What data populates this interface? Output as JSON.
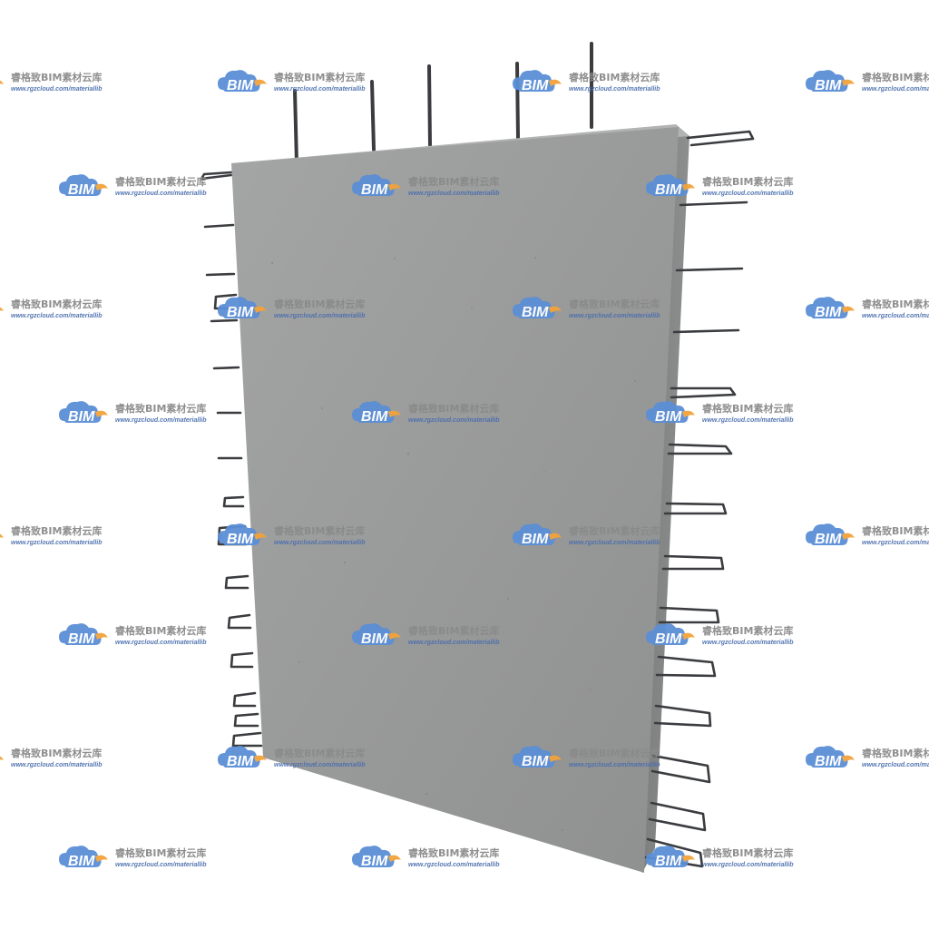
{
  "watermark": {
    "logo_text": "BIM",
    "title": "睿格致BIM素材云库",
    "url": "www.rgzcloud.com/materiallib",
    "cloud_color": "#5b8fd6",
    "accent_color": "#f2a33a"
  },
  "subject": {
    "panel_color": "#9a9b9b",
    "panel_edge_color": "#7f8080",
    "rebar_color": "#3a3c3f"
  }
}
